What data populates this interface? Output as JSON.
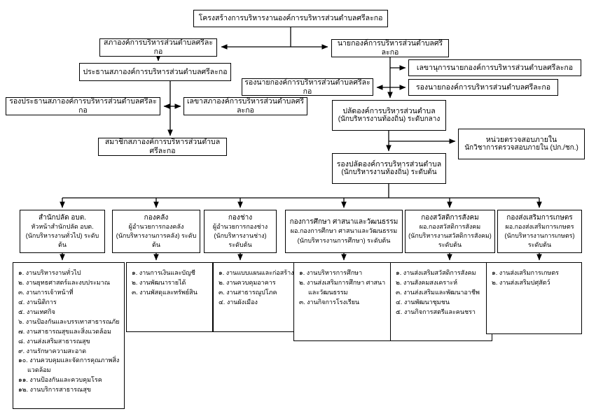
{
  "title": "โครงสร้างการบริหารงานองค์การบริหารส่วนตำบลศรีละกอ",
  "council": {
    "council": "สภาองค์การบริหารส่วนตำบลศรีละกอ",
    "chairman": "ประธานสภาองค์การบริหารส่วนตำบลศรีละกอ",
    "vice_chairman": "รองประธานสภาองค์การบริหารส่วนตำบลศรีละกอ",
    "secretary": "เลขาสภาองค์การบริหารส่วนตำบลศรีละกอ",
    "members": "สมาชิกสภาองค์การบริหารส่วนตำบลศรีละกอ"
  },
  "executive": {
    "mayor": "นายกองค์การบริหารส่วนตำบลศรีละกอ",
    "mayor_secretary": "เลขานุการนายกองค์การบริหารส่วนตำบลศรีละกอ",
    "deputy_mayor_left": "รองนายกองค์การบริหารส่วนตำบลศรีละกอ",
    "deputy_mayor_right": "รองนายกองค์การบริหารส่วนตำบลศรีละกอ",
    "chief_admin_line1": "ปลัดองค์การบริหารส่วนตำบล",
    "chief_admin_line2": "(นักบริหารงานท้องถิ่น) ระดับกลาง",
    "internal_audit_line1": "หน่วยตรวจสอบภายใน",
    "internal_audit_line2": "นักวิชาการตรวจสอบภายใน  (ปก./ชก.)",
    "deputy_chief_line1": "รองปลัดองค์การบริหารส่วนตำบล",
    "deputy_chief_line2": "(นักบริหารงานท้องถิ่น) ระดับต้น"
  },
  "departments": [
    {
      "name": "สำนักปลัด อบต.",
      "head": "หัวหน้าสำนักปลัด อบต.",
      "position": "(นักบริหารงานทั่วไป) ระดับต้น",
      "items": [
        "๑. งานบริหารงานทั่วไป",
        "๒. งานยุทธศาสตร์และงบประมาณ",
        "๓. งานการเจ้าหน้าที่",
        "๔. งานนิติการ",
        "๕. งานเทศกิจ",
        "๖. งานป้องกันและบรรเทาสาธารณภัย",
        "๗. งานสาธารณสุขและสิ่งแวดล้อม",
        "๘. งานส่งเสริมสาธารณสุข",
        "๙. งานรักษาความสะอาด",
        "๑๐. งานควบคุมและจัดการคุณภาพสิ่งแวดล้อม",
        "๑๑. งานป้องกันและควบคุมโรค",
        "๑๒. งานบริการสาธารณสุข"
      ]
    },
    {
      "name": "กองคลัง",
      "head": "ผู้อำนวยการกองคลัง",
      "position": "(นักบริหารงานการคลัง) ระดับต้น",
      "items": [
        "๑. งานการเงินและบัญชี",
        "๒. งานพัฒนารายได้",
        "๓. งานพัสดุและทรัพย์สิน"
      ]
    },
    {
      "name": "กองช่าง",
      "head": "ผู้อำนวยการกองช่าง",
      "position": "(นักบริหารงานช่าง) ระดับต้น",
      "items": [
        "๑. งานแบบแผนและก่อสร้าง",
        "๒. งานควบคุมอาคาร",
        "๓. งานสาธารณูปโภค",
        "๔. งานผังเมือง"
      ]
    },
    {
      "name": "กองการศึกษา ศาสนาและวัฒนธรรม",
      "head": "ผอ.กองการศึกษา ศาสนาและวัฒนธรรม",
      "position": "(นักบริหารงานการศึกษา) ระดับต้น",
      "items": [
        "๑. งานบริหารการศึกษา",
        "๒. งานส่งเสริมการศึกษา ศาสนา และวัฒนธรรม",
        "๓. งานกิจการโรงเรียน"
      ]
    },
    {
      "name": "กองสวัสดิการสังคม",
      "head": "ผอ.กองสวัสดิการสังคม",
      "position": "(นักบริหารงานสวัสดิการสังคม) ระดับต้น",
      "items": [
        "๑. งานส่งเสริมสวัสดิการสังคม",
        "๒. งานสังคมสงเคราะห์",
        "๓. งานส่งเสริมและพัฒนาอาชีพ",
        "๔. งานพัฒนาชุมชน",
        "๕. งานกิจการสตรีและคนชรา"
      ]
    },
    {
      "name": "กองส่งเสริมการเกษตร",
      "head": "ผอ.กองส่งเสริมการเกษตร",
      "position": "(นักบริหารงานการเกษตร) ระดับต้น",
      "items": [
        "๑. งานส่งเสริมการเกษตร",
        "๒. งานส่งเสริมปศุสัตว์"
      ]
    }
  ]
}
